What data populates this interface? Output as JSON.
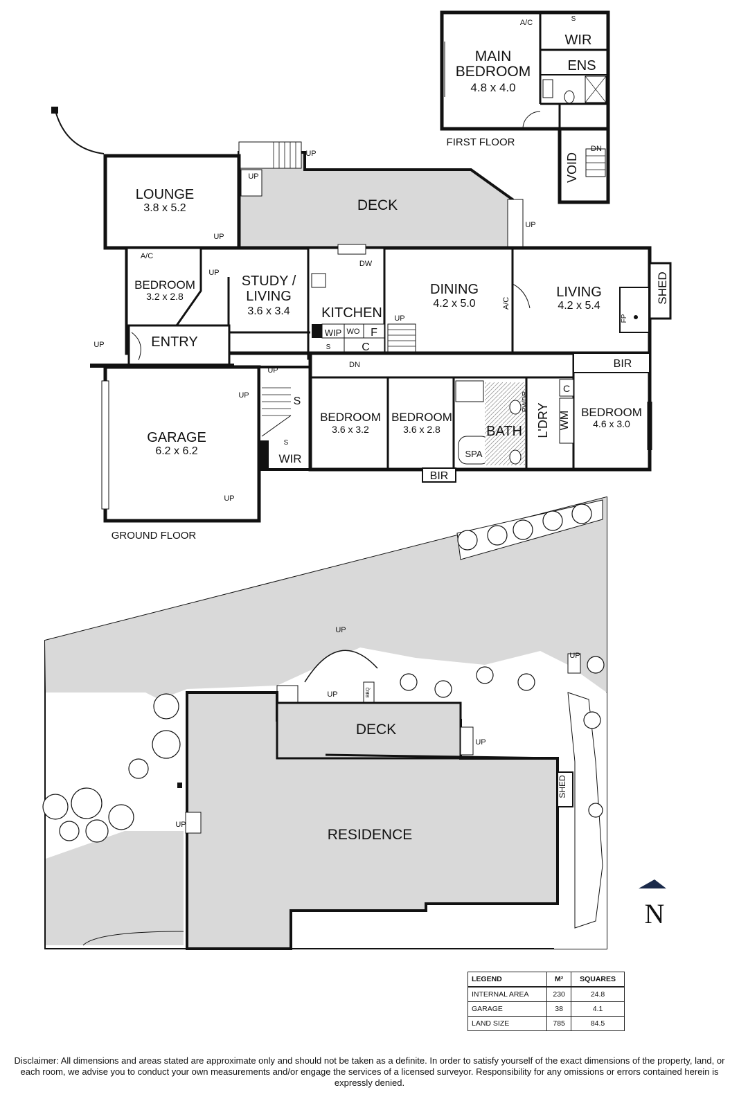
{
  "rooms": {
    "main_bedroom": {
      "name": "MAIN\nBEDROOM",
      "size": "4.8 x 4.0"
    },
    "wir_upper": "WIR",
    "ens": "ENS",
    "ac_upper": "A/C",
    "s_upper": "S",
    "void": "VOID",
    "dn_upper": "DN",
    "first_floor": "FIRST FLOOR",
    "lounge": {
      "name": "LOUNGE",
      "size": "3.8 x 5.2"
    },
    "deck": "DECK",
    "up_deck_stair": "UP",
    "up_deck_left": "UP",
    "up_deck_right": "UP",
    "up_lounge": "UP",
    "ac_bedroom": "A/C",
    "bedroom_small": {
      "name": "BEDROOM",
      "size": "3.2 x 2.8"
    },
    "up_study": "UP",
    "study": {
      "name": "STUDY /\nLIVING",
      "size": "3.6 x 3.4"
    },
    "kitchen": "KITCHEN",
    "dw": "DW",
    "dining": {
      "name": "DINING",
      "size": "4.2 x 5.0"
    },
    "ac_dining": "A/C",
    "living": {
      "name": "LIVING",
      "size": "4.2 x 5.4"
    },
    "fp": "FP",
    "shed": "SHED",
    "entry": "ENTRY",
    "up_entry": "UP",
    "wip": "WIP",
    "wo": "WO",
    "f": "F",
    "c_kitchen": "C",
    "s_kitchen": "S",
    "up_kitchen": "UP",
    "dn_hall": "DN",
    "bir_right": "BIR",
    "garage": {
      "name": "GARAGE",
      "size": "6.2 x 6.2"
    },
    "up_garage_top": "UP",
    "up_stairs": "UP",
    "s_stair": "S",
    "s_wir": "S",
    "s_wir_left": "S",
    "wir_lower": "WIR",
    "up_garage_bottom": "UP",
    "bedroom_2": {
      "name": "BEDROOM",
      "size": "3.6 x 3.2"
    },
    "bedroom_3": {
      "name": "BEDROOM",
      "size": "3.6 x 2.8"
    },
    "bath": "BATH",
    "spa": "SPA",
    "pwdr": "PWDR",
    "ldry": "L'DRY",
    "wm": "WM",
    "c_laundry": "C",
    "bedroom_4": {
      "name": "BEDROOM",
      "size": "4.6 x 3.0"
    },
    "bir_bottom": "BIR",
    "ground_floor": "GROUND FLOOR"
  },
  "site": {
    "residence": "RESIDENCE",
    "deck": "DECK",
    "shed": "SHED",
    "up_arch": "UP",
    "up_stair": "UP",
    "up_deck": "UP",
    "up_right": "UP",
    "up_left": "UP",
    "bbq": "BBQ",
    "north": "N"
  },
  "legend": {
    "headers": [
      "LEGEND",
      "M²",
      "SQUARES"
    ],
    "rows": [
      [
        "INTERNAL AREA",
        "230",
        "24.8"
      ],
      [
        "GARAGE",
        "38",
        "4.1"
      ],
      [
        "LAND SIZE",
        "785",
        "84.5"
      ]
    ]
  },
  "disclaimer": "Disclaimer: All dimensions and areas stated are approximate only and should not be taken as a definite. In order to satisfy yourself of the exact dimensions of the property, land, or each room, we advise you to conduct your own measurements and/or engage the services of a licensed surveyor. Responsibility for any omissions or errors contained herein is expressly denied."
}
